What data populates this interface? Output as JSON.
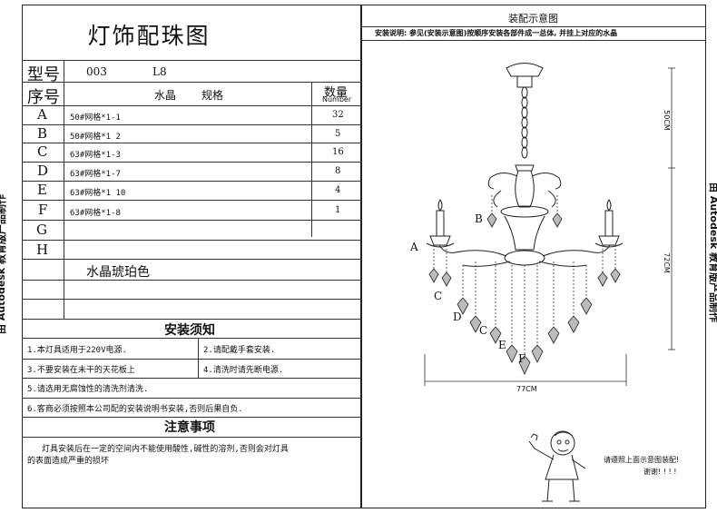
{
  "left_panel": {
    "title": "灯饰配珠图",
    "model_label": "型号",
    "model_no": "003",
    "model_size": "L8",
    "header": {
      "seq": "序号",
      "crystal": "水晶",
      "spec": "规格",
      "qty": "数量",
      "qty_en": "Number"
    },
    "rows": [
      {
        "key": "A",
        "spec": "50#网格*1-1",
        "qty": "32"
      },
      {
        "key": "B",
        "spec": "50#网格*1 2",
        "qty": "5"
      },
      {
        "key": "C",
        "spec": "63#网格*1-3",
        "qty": "16"
      },
      {
        "key": "D",
        "spec": "63#网格*1-7",
        "qty": "8"
      },
      {
        "key": "E",
        "spec": "63#网格*1 10",
        "qty": "4"
      },
      {
        "key": "F",
        "spec": "63#网格*1-8",
        "qty": "1"
      },
      {
        "key": "G",
        "spec": "",
        "qty": ""
      },
      {
        "key": "H",
        "spec": "",
        "qty": ""
      }
    ],
    "crystal_color": "水晶琥珀色",
    "install_title": "安装须知",
    "install_items": [
      "1.本灯具适用于220V电源.",
      "2.请配戴手套安装.",
      "3.不要安装在未干的天花板上",
      "4.清洗时请先断电源.",
      "5.请选用无腐蚀性的清洗剂清洗.",
      "6.客商必须按照本公司配的安装说明书安装,否则后果自负."
    ],
    "notice_title": "注意事项",
    "notice_text_1": "灯具安装后在一定的空间内不能使用酸性,碱性的溶剂,否则会对灯具",
    "notice_text_2": "的表面造成严重的损坏"
  },
  "right_panel": {
    "title": "装配示意图",
    "instruction": "安装说明: 参见(安装示意图)按顺序安装各部件成一总体, 并挂上对应的水晶",
    "dim_top": "50CM",
    "dim_right": "72CM",
    "dim_width": "77CM",
    "labels": {
      "A": "A",
      "B": "B",
      "C": "C",
      "D": "D",
      "E": "E",
      "F": "F"
    },
    "note_line_1": "请遵照上面示意图装配!",
    "note_line_2": "谢谢! ! ! !"
  },
  "side_text": {
    "left": "由 Autodesk 教育版产品制作",
    "right": "由 Autodesk 教育版产品制作"
  }
}
